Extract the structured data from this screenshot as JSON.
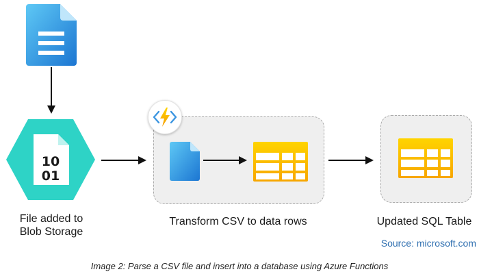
{
  "diagram": {
    "steps": [
      {
        "label_line1": "File added to",
        "label_line2": "Blob Storage"
      },
      {
        "label": "Transform CSV to data rows"
      },
      {
        "label": "Updated SQL Table"
      }
    ],
    "blob_icon_text_line1": "10",
    "blob_icon_text_line2": "01",
    "source": "Source: microsoft.com",
    "caption": "Image 2: Parse a CSV file and insert into a database using Azure Functions",
    "colors": {
      "doc_blue_light": "#5ec8f5",
      "doc_blue_dark": "#1c76d2",
      "blob_teal": "#2ed3c6",
      "table_yellow": "#ffd400",
      "table_orange": "#f7a600",
      "arrow": "#111111",
      "source_text": "#2f6fb0"
    },
    "icons": {
      "top_document": "document-icon",
      "blob_storage": "blob-storage-icon",
      "azure_functions": "azure-functions-icon",
      "csv_file": "csv-file-icon",
      "data_table": "data-table-icon",
      "sql_table": "sql-table-icon"
    }
  }
}
